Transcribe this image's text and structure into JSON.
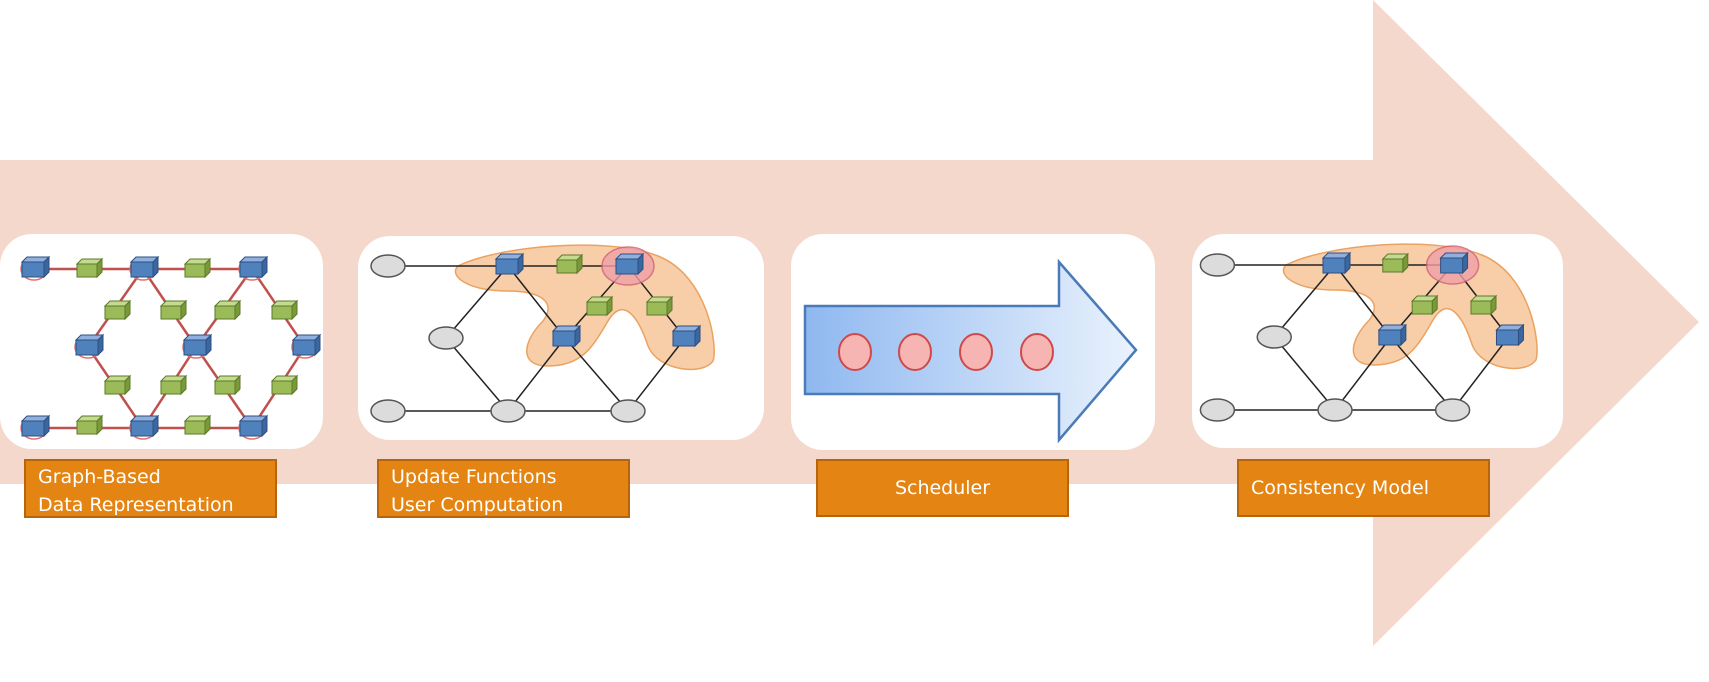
{
  "colors": {
    "arrow_band": "#f5d8cc",
    "panel_bg": "#ffffff",
    "label_bg": "#e48412",
    "label_border": "#b8640a",
    "node_blue": "#4f81bd",
    "node_green": "#9bbb59",
    "node_gray": "#d9d9d9",
    "edge_red": "#c0504d",
    "scope_orange": "#f8c9a0",
    "queue_item": "#f6b5b3"
  },
  "stages": [
    {
      "id": "data-graph",
      "lines": [
        "Graph-Based",
        "Data Representation"
      ],
      "icon": "hexagonal-data-graph"
    },
    {
      "id": "update-functions",
      "lines": [
        "Update Functions",
        "User Computation"
      ],
      "icon": "graph-with-highlighted-scope"
    },
    {
      "id": "scheduler",
      "lines": [
        "Scheduler"
      ],
      "icon": "arrow-queue-with-tasks"
    },
    {
      "id": "consistency-model",
      "lines": [
        "Consistency Model"
      ],
      "icon": "graph-with-highlighted-scope"
    }
  ],
  "background": {
    "icon": "large-right-arrow"
  }
}
